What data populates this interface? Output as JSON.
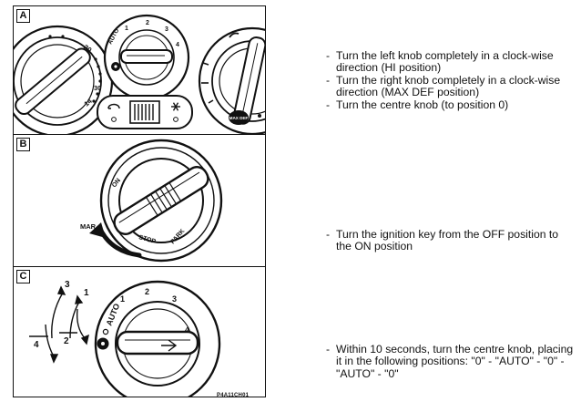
{
  "panels": {
    "a": {
      "letter": "A",
      "left_knob_numbers": [
        "20",
        "30",
        "14"
      ],
      "center_knob_labels": [
        "AUTO",
        "1",
        "2",
        "3",
        "4"
      ],
      "right_knob_label": "MAX DEF"
    },
    "b": {
      "letter": "B",
      "ignition_labels": [
        "ON",
        "STOP",
        "PARK",
        "MAR"
      ]
    },
    "c": {
      "letter": "C",
      "knob_labels": [
        "AUTO",
        "1",
        "2",
        "3",
        "4"
      ],
      "arrow_numbers": [
        "3",
        "1",
        "4",
        "2"
      ]
    }
  },
  "instructions": {
    "a": [
      "Turn the left knob completely in a clock-wise direction (HI position)",
      "Turn the right knob completely in a clock-wise direction (MAX DEF position)",
      "Turn the centre knob (to position 0)"
    ],
    "b": [
      "Turn the ignition key from the OFF position to the ON position"
    ],
    "c": [
      "Within 10 seconds, turn the centre knob, placing it in the following positions: \"0\" - \"AUTO\" - \"0\" - \"AUTO\" - \"0\""
    ]
  },
  "reference_code": "P4A11CH01",
  "icons": [
    "fan-icon",
    "snowflake-icon",
    "rear-defrost-icon",
    "recirculation-icon",
    "mar-arrow-icon"
  ]
}
